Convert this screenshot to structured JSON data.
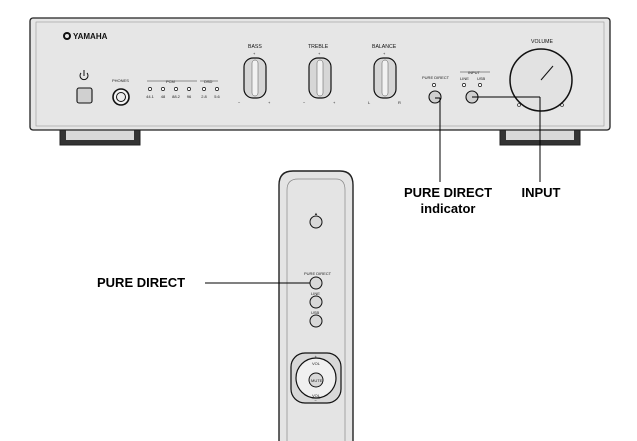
{
  "amplifier": {
    "brand": "YAMAHA",
    "phones_label": "PHONES",
    "speakers_group_label": "PCM",
    "dsd_group_label": "DSD",
    "format_indicators": [
      "44.1",
      "48",
      "88.2",
      "96",
      "2.8",
      "5.6"
    ],
    "bass_label": "BASS",
    "treble_label": "TREBLE",
    "balance_label": "BALANCE",
    "balance_left": "L",
    "balance_right": "R",
    "pure_direct_label": "PURE DIRECT",
    "input_group_label": "INPUT",
    "input_line": "LINE",
    "input_usb": "USB",
    "volume_label": "VOLUME"
  },
  "remote": {
    "pure_direct_label": "PURE DIRECT",
    "line_label": "LINE",
    "usb_label": "USB",
    "mute_label": "MUTE",
    "vol_label": "VOL",
    "vol_plus": "+",
    "vol_minus": "−"
  },
  "callouts": {
    "pure_direct_indicator_line1": "PURE DIRECT",
    "pure_direct_indicator_line2": "indicator",
    "input": "INPUT",
    "pure_direct": "PURE DIRECT"
  },
  "colors": {
    "panel": "#e4e4e4",
    "outline": "#222222",
    "callout_text": "#000000"
  }
}
